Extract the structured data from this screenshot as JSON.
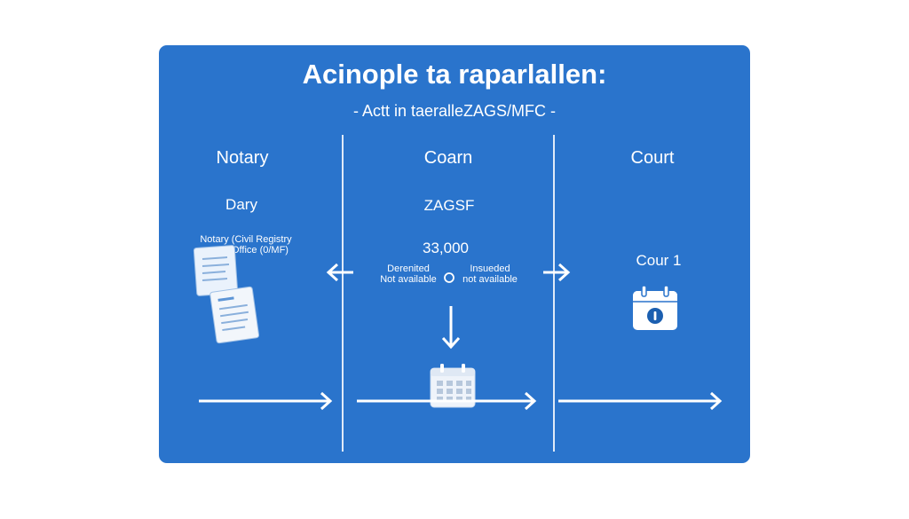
{
  "title": "Acinople ta raparlallen:",
  "subtitle": "- Actt in taeralleZAGS/MFC -",
  "columns": [
    {
      "heading": "Notary",
      "label": "Dary",
      "caption": [
        "Notary (Civil Registry",
        "Office (0/MF)"
      ],
      "icon": "document-stack-icon"
    },
    {
      "heading": "Coarn",
      "label": "ZAGSF",
      "value": "33,000",
      "left_status": [
        "Derenited",
        "Not available"
      ],
      "right_status": [
        "Insueded",
        "not available"
      ],
      "icon": "calendar-grid-icon"
    },
    {
      "heading": "Court",
      "label": "Cour 1",
      "icon": "calendar-alert-icon"
    }
  ],
  "colors": {
    "panel": "#2a74cc",
    "foreground": "#ffffff",
    "background": "#ffffff"
  }
}
